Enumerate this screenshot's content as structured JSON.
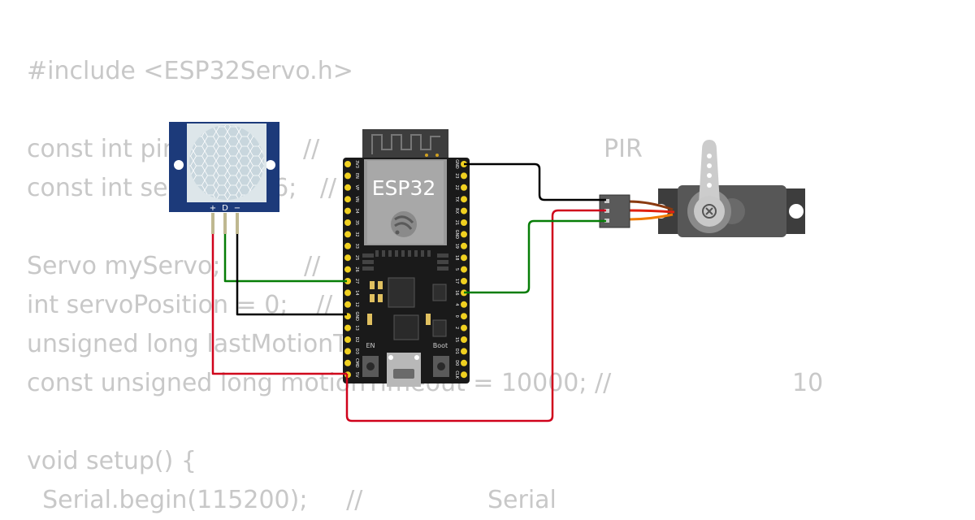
{
  "code_lines": [
    "#include <ESP32Servo.h>",
    "",
    "const int pin",
    "const int se",
    "",
    "Servo myServo;",
    "int servoPosition = 0;",
    "unsigned long lastMotionT",
    "const unsigned long motionTimeout = 10000; //",
    "",
    "void setup() {",
    "  Serial.begin(115200);     //"
  ],
  "code_fragments": {
    "line3_comment": "//",
    "line3_pir": "PIR",
    "line4_value": "16;   //",
    "line6_comment": "//",
    "line7_comment": "//",
    "line9_number": "10",
    "line12_serial": "Serial"
  },
  "esp32": {
    "label": "ESP32",
    "en_label": "EN",
    "boot_label": "Boot",
    "left_pins": [
      "3V3",
      "EN",
      "VP",
      "VN",
      "34",
      "35",
      "32",
      "33",
      "25",
      "26",
      "27",
      "14",
      "12",
      "GND",
      "13",
      "D2",
      "D3",
      "CMD",
      "5V"
    ],
    "right_pins": [
      "GND",
      "23",
      "22",
      "TX",
      "RX",
      "21",
      "GND",
      "19",
      "18",
      "5",
      "17",
      "16",
      "4",
      "0",
      "2",
      "15",
      "D1",
      "D0",
      "CLK"
    ]
  },
  "pir": {
    "pin_plus": "+",
    "pin_d": "D",
    "pin_minus": "−"
  },
  "colors": {
    "wire_power": "#d0021b",
    "wire_signal": "#067d06",
    "wire_ground": "#000000",
    "servo_orange": "#f07a00",
    "pir_board": "#1c3a7a",
    "esp_board": "#1a1a1a",
    "pin_yellow": "#f0d020"
  }
}
